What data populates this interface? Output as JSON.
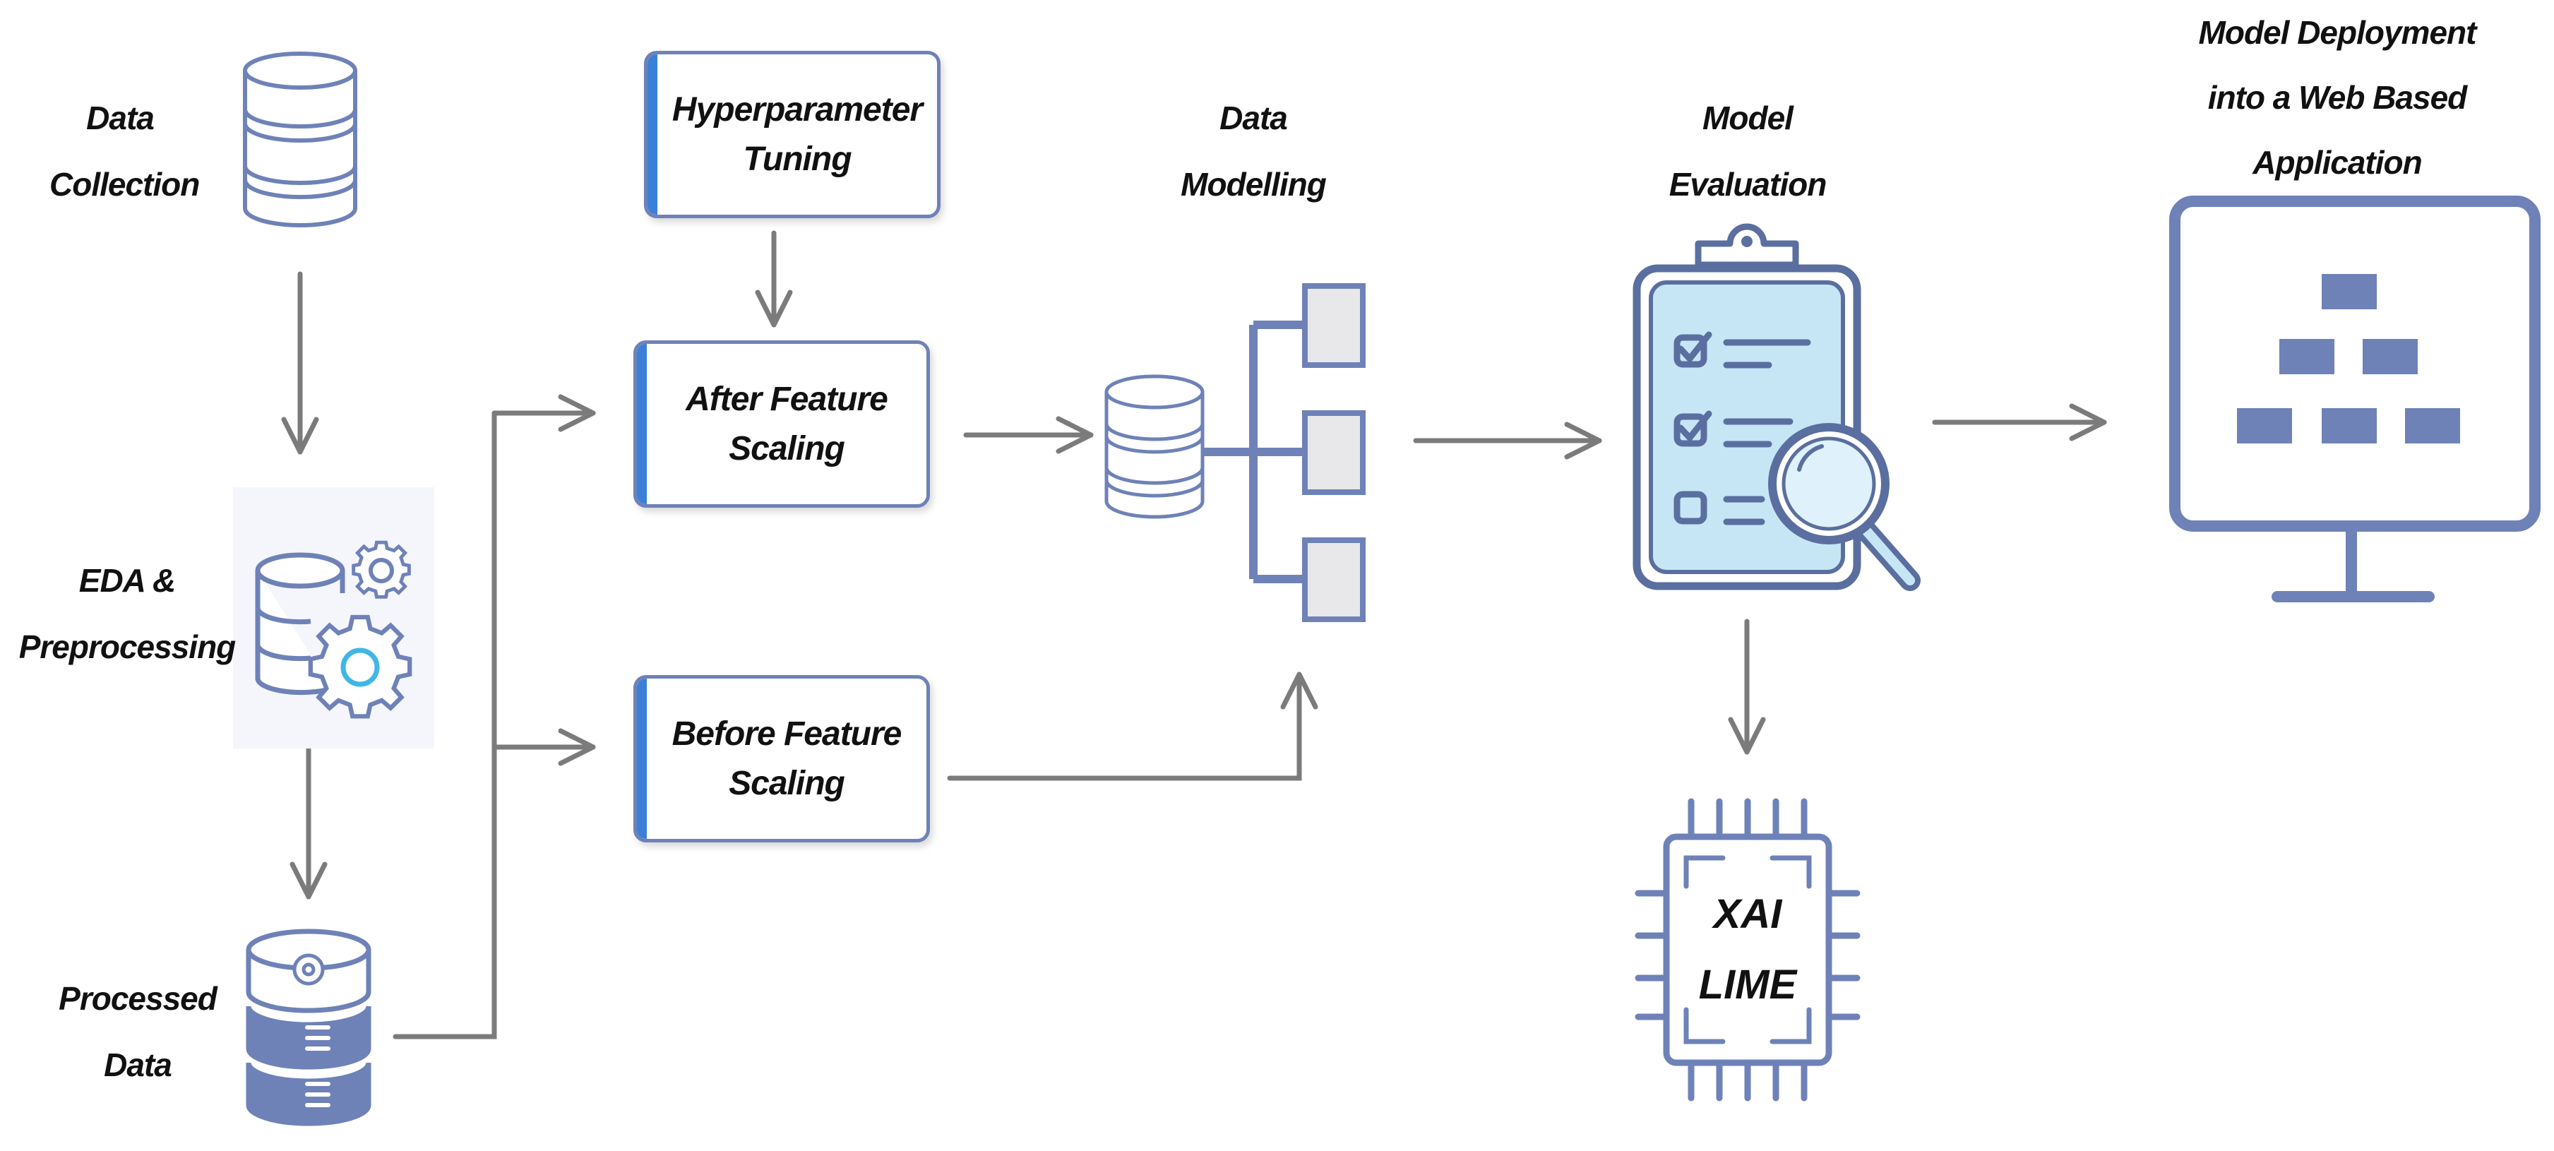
{
  "diagram": {
    "labels": {
      "data_collection": [
        "Data",
        "Collection"
      ],
      "eda": [
        "EDA &",
        "Preprocessing"
      ],
      "processed_data": [
        "Processed",
        "Data"
      ],
      "data_modelling": [
        "Data",
        "Modelling"
      ],
      "model_evaluation": [
        "Model",
        "Evaluation"
      ],
      "deployment": [
        "Model Deployment",
        "into a Web Based",
        "Application"
      ]
    },
    "boxes": {
      "hyperparameter": [
        "Hyperparameter",
        "Tuning"
      ],
      "after_scaling": [
        "After Feature",
        "Scaling"
      ],
      "before_scaling": [
        "Before Feature",
        "Scaling"
      ]
    },
    "xai_chip": [
      "XAI",
      "LIME"
    ],
    "colors": {
      "icon_stroke": "#6e82b8",
      "icon_fill": "#ffffff",
      "arrow": "#7b7b7b",
      "accent": "#3a7fd8",
      "modelling_box_fill": "#e8e8ea"
    },
    "icons": [
      "database-icon",
      "database-gears-icon",
      "database-server-icon",
      "database-icon",
      "clipboard-checklist-magnifier-icon",
      "cpu-chip-icon",
      "monitor-hierarchy-icon"
    ]
  }
}
